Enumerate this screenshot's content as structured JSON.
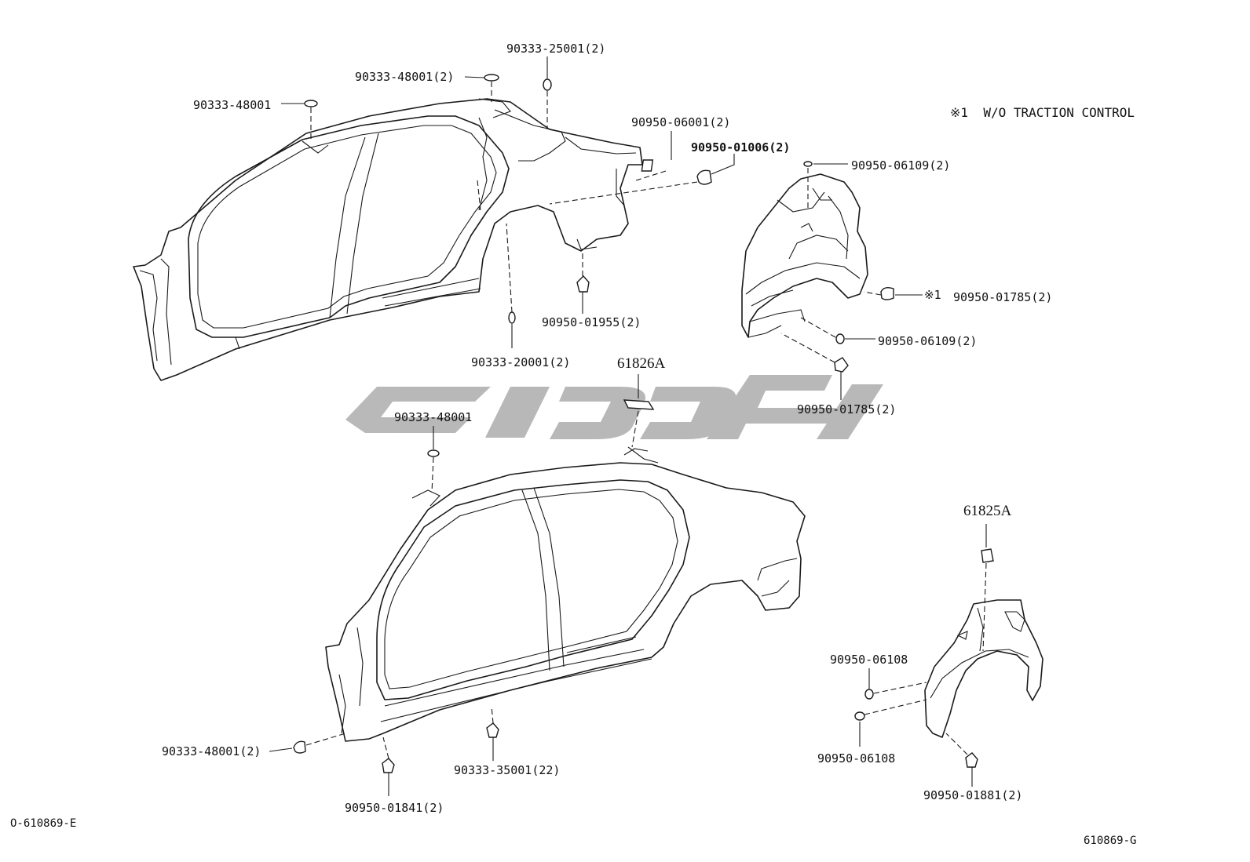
{
  "note": {
    "marker": "※1",
    "text": "W/O TRACTION CONTROL"
  },
  "labels": {
    "l1": "90333-25001(2)",
    "l2": "90333-48001(2)",
    "l3": "90333-48001",
    "l4": "90950-06001(2)",
    "l5": "90950-01006(2)",
    "l6": "90950-06109(2)",
    "l7": "※1",
    "l8": "90950-01785(2)",
    "l9": "90950-01955(2)",
    "l10": "90950-06109(2)",
    "l11": "90333-20001(2)",
    "l12": "61826A",
    "l13": "90950-01785(2)",
    "l14": "90333-48001",
    "l15": "61825A",
    "l16": "90950-06108",
    "l17": "90950-06108",
    "l18": "90333-48001(2)",
    "l19": "90333-35001(22)",
    "l20": "90950-01881(2)",
    "l21": "90950-01841(2)"
  },
  "codes": {
    "left": "O-610869-E",
    "right": "610869-G"
  },
  "colors": {
    "line": "#1a1a1a",
    "watermark": "#b3b3b3",
    "background": "#ffffff"
  }
}
